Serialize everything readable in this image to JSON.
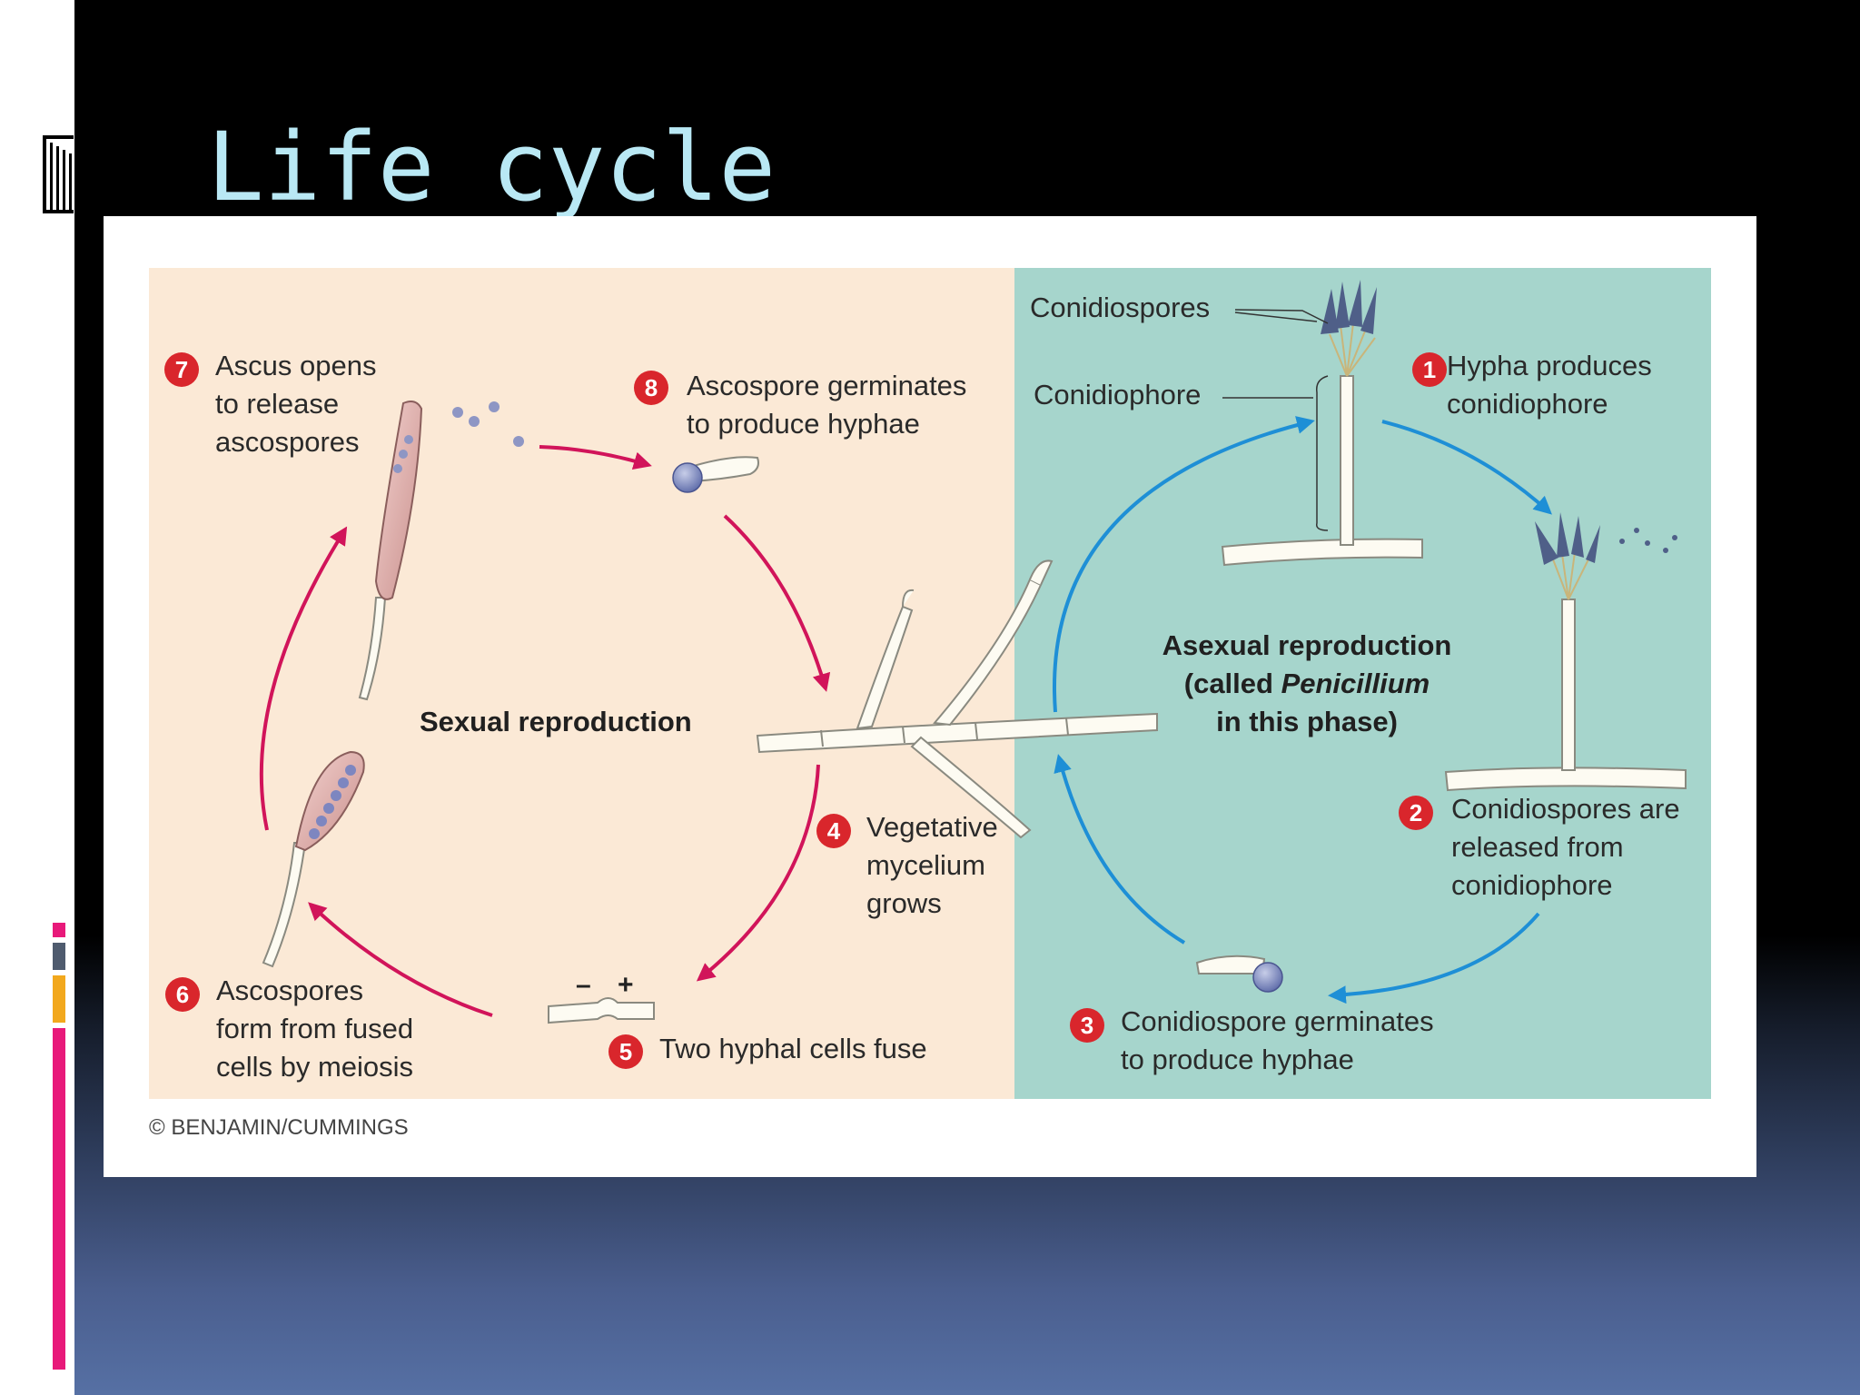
{
  "slide": {
    "title": "Life cycle",
    "colors": {
      "title": "#b9e8f4",
      "accent_pink": "#e8197a",
      "accent_orange": "#f2a81d",
      "accent_gray": "#4f5b6e"
    }
  },
  "diagram": {
    "colors": {
      "sexual_panel": "#fbe9d6",
      "asexual_panel": "#a6d5cc",
      "sexual_arrow": "#d1145a",
      "asexual_arrow": "#1e8fd6",
      "step_badge": "#d9262c"
    },
    "phases": {
      "sexual": "Sexual reproduction",
      "asexual_line1": "Asexual reproduction",
      "asexual_line2_prefix": "(called ",
      "asexual_line2_italic": "Penicillium",
      "asexual_line2_suffix": ")",
      "asexual_line3": "in this phase)"
    },
    "structure_labels": {
      "conidiospores": "Conidiospores",
      "conidiophore": "Conidiophore"
    },
    "steps": [
      {
        "num": "1",
        "lines": [
          "Hypha produces",
          "conidiophore"
        ]
      },
      {
        "num": "2",
        "lines": [
          "Conidiospores are",
          "released from",
          "conidiophore"
        ]
      },
      {
        "num": "3",
        "lines": [
          "Conidiospore germinates",
          "to produce hyphae"
        ]
      },
      {
        "num": "4",
        "lines": [
          "Vegetative",
          "mycelium",
          "grows"
        ]
      },
      {
        "num": "5",
        "lines": [
          "Two hyphal cells fuse"
        ]
      },
      {
        "num": "6",
        "lines": [
          "Ascospores",
          "form from fused",
          "cells by meiosis"
        ]
      },
      {
        "num": "7",
        "lines": [
          "Ascus opens",
          "to release",
          "ascospores"
        ]
      },
      {
        "num": "8",
        "lines": [
          "Ascospore germinates",
          "to produce hyphae"
        ]
      }
    ],
    "mating_signs": {
      "minus": "–",
      "plus": "+"
    },
    "credit": "© BENJAMIN/CUMMINGS"
  }
}
